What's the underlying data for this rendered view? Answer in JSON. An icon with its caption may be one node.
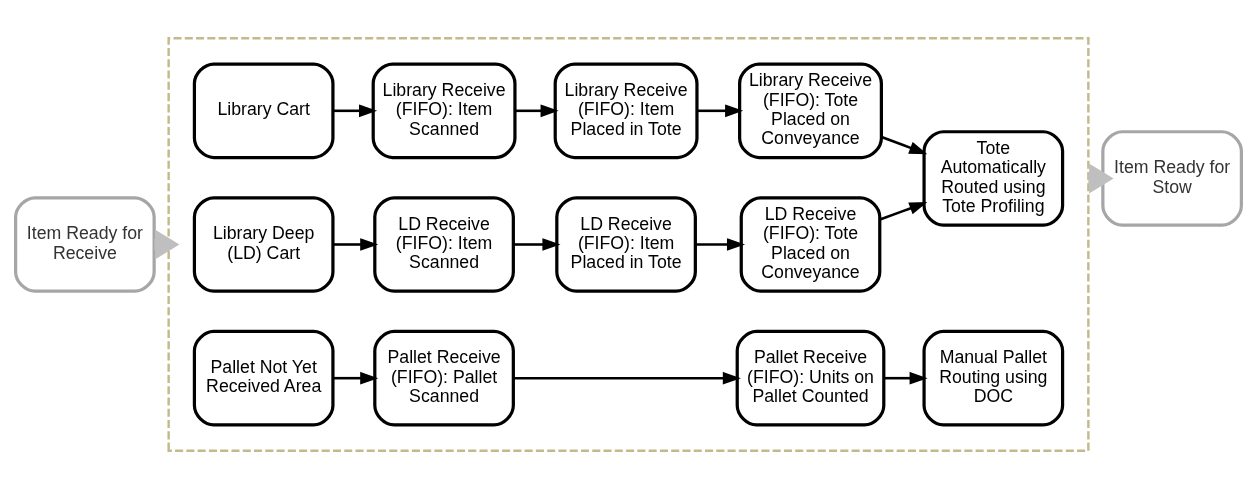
{
  "diagram": {
    "nodes": [
      {
        "text": [
          "Item Ready for Receive"
        ]
      },
      {
        "text": [],
        "shape": "box"
      },
      {
        "text": [
          "Library Cart"
        ],
        "in": 1
      },
      {
        "text": [
          "Library Receive (FIFO): Item Scanned"
        ],
        "in": 1
      },
      {
        "text": [
          "Library Receive (FIFO): Item Placed in Tote"
        ],
        "in": 1
      },
      {
        "text": [
          "Library Receive (FIFO): Tote Placed on Conveyance"
        ],
        "in": 1
      },
      {
        "text": [
          "Tote Automatically Routed using Tote Profiling"
        ],
        "in": 1
      },
      {
        "text": [
          "Library Deep (LD) Cart"
        ],
        "in": 1
      },
      {
        "text": [
          "LD Receive (FIFO): Item Scanned"
        ],
        "in": 1
      },
      {
        "text": [
          "LD Receive (FIFO): Item Placed in Tote"
        ],
        "in": 1
      },
      {
        "text": [
          "LD Receive (FIFO): Tote Placed on Conveyance"
        ],
        "in": 1
      },
      {
        "text": [
          "Pallet Not Yet Received Area"
        ],
        "in": 1
      },
      {
        "text": [
          "Pallet Receive (FIFO): Pallet Scanned"
        ],
        "in": 1
      },
      {
        "text": [
          "Pallet Receive (FIFO): Units on Pallet Counted"
        ],
        "in": 1
      },
      {
        "text": [
          "Manual Pallet Routing using DOC"
        ],
        "in": 1
      },
      {
        "text": [
          "Item Ready for Stow"
        ]
      }
    ],
    "edges": [
      {
        "from": 0,
        "to": 1,
        "arrow": "to",
        "style": "thick",
        "color": "#bfbfbf"
      },
      {
        "from": 2,
        "to": 3,
        "arrow": "to"
      },
      {
        "from": 3,
        "to": 4,
        "arrow": "to"
      },
      {
        "from": 4,
        "to": 5,
        "arrow": "to"
      },
      {
        "from": 5,
        "to": 6,
        "arrow": "to"
      },
      {
        "from": 7,
        "to": 8,
        "arrow": "to"
      },
      {
        "from": 8,
        "to": 9,
        "arrow": "to"
      },
      {
        "from": 9,
        "to": 10,
        "arrow": "to"
      },
      {
        "from": 10,
        "to": 6,
        "arrow": "to"
      },
      {
        "from": 11,
        "to": 12,
        "arrow": "to"
      },
      {
        "from": 12,
        "to": 13,
        "arrow": "to"
      },
      {
        "from": 13,
        "to": 14,
        "arrow": "to"
      },
      {
        "from": 1,
        "to": 15,
        "arrow": "to",
        "style": "thick",
        "color": "#bfbfbf"
      }
    ]
  }
}
